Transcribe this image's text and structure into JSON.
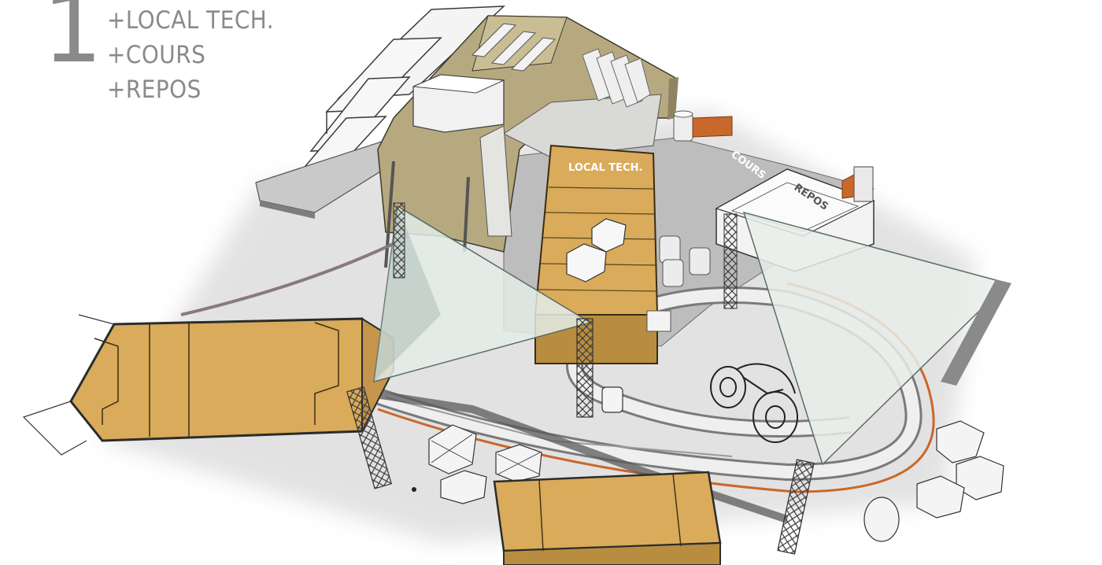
{
  "header": {
    "number": "1",
    "program": [
      "+LOCAL TECH.",
      "+COURS",
      "+REPOS"
    ]
  },
  "scene_labels": {
    "local_tech": "LOCAL TECH.",
    "cours": "COURS",
    "repos": "REPOS"
  },
  "colors": {
    "container": "#d9ab5a",
    "container_dark": "#b98d3f",
    "khaki": "#b6a980",
    "khaki_dark": "#8f8462",
    "ground": "#cfcfcf",
    "ground_dark": "#8e8e8e",
    "track_orange": "#c8682a",
    "sail": "#dfe8e4",
    "truss": "#4a4a4a",
    "header_text": "#8a8a8a"
  }
}
